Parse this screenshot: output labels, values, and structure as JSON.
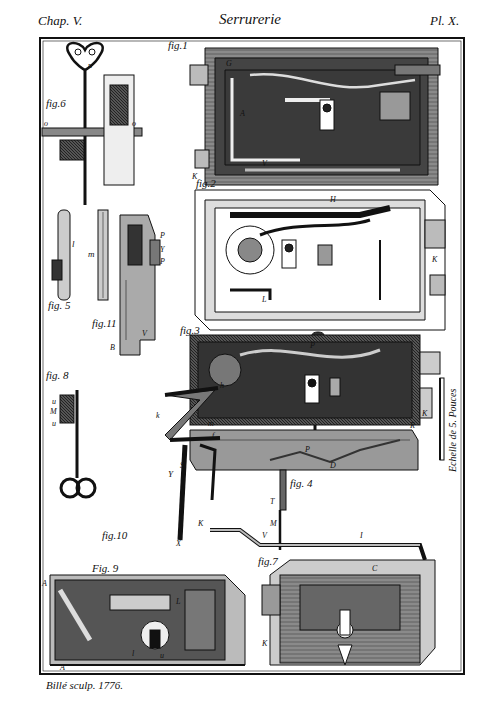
{
  "diagram": {
    "title": "Serrurerie",
    "labels": [
      "Chap. V.",
      "Pl. X.",
      "fig.1",
      "fig.2",
      "fig.3",
      "fig. 4",
      "fig. 5",
      "fig.6",
      "fig.7",
      "fig. 8",
      "Fig. 9",
      "fig.10",
      "fig.11",
      "Echelle de 5. Pouces",
      "Billé sculp. 1776.",
      "G",
      "A",
      "V",
      "K",
      "H",
      "K",
      "P",
      "L",
      "P",
      "K",
      "S",
      "R",
      "D",
      "T",
      "M",
      "V",
      "I",
      "K",
      "l",
      "m",
      "n",
      "o",
      "o",
      "u",
      "M",
      "u",
      "A",
      "L",
      "l",
      "u",
      "A",
      "h",
      "k",
      "m",
      "f",
      "Y",
      "X",
      "P",
      "Y",
      "P",
      "B",
      "V",
      "C",
      "K"
    ]
  }
}
